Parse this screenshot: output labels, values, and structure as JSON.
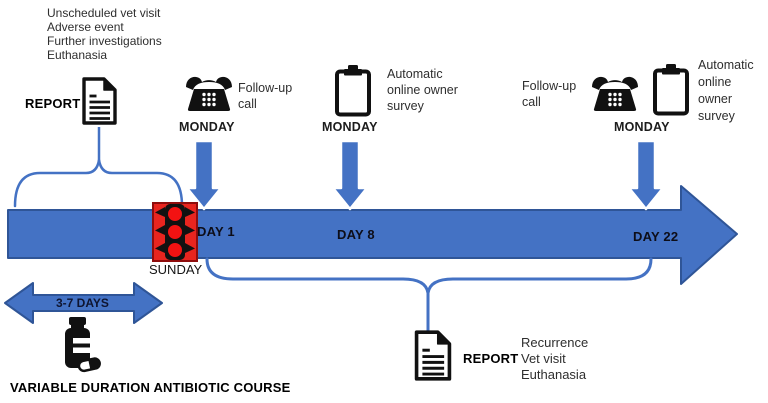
{
  "colors": {
    "blue": "#4472C4",
    "blue_dark": "#2F5597",
    "red": "#E8251F"
  },
  "pre_trial": {
    "report_label": "REPORT",
    "outcomes": [
      "Unscheduled vet visit",
      "Adverse event",
      "Further investigations",
      "Euthanasia"
    ]
  },
  "monitoring": {
    "followup_call_1": {
      "lines": [
        "Follow-up",
        "call"
      ],
      "day": "MONDAY"
    },
    "survey_1": {
      "lines": [
        "Automatic",
        "online owner",
        "survey"
      ],
      "day": "MONDAY"
    },
    "followup_call_2": {
      "lines": [
        "Follow-up",
        "call"
      ],
      "day": "MONDAY"
    },
    "survey_2": {
      "lines": [
        "Automatic",
        "online",
        "owner",
        "survey"
      ]
    }
  },
  "timeline": {
    "start_day": "SUNDAY",
    "day1": "DAY 1",
    "day8": "DAY 8",
    "day22": "DAY 22"
  },
  "treatment": {
    "duration": "3-7 DAYS",
    "label": "VARIABLE DURATION ANTIBIOTIC COURSE"
  },
  "post_trial": {
    "report_label": "REPORT",
    "outcomes": [
      "Recurrence",
      "Vet visit",
      "Euthanasia"
    ]
  }
}
